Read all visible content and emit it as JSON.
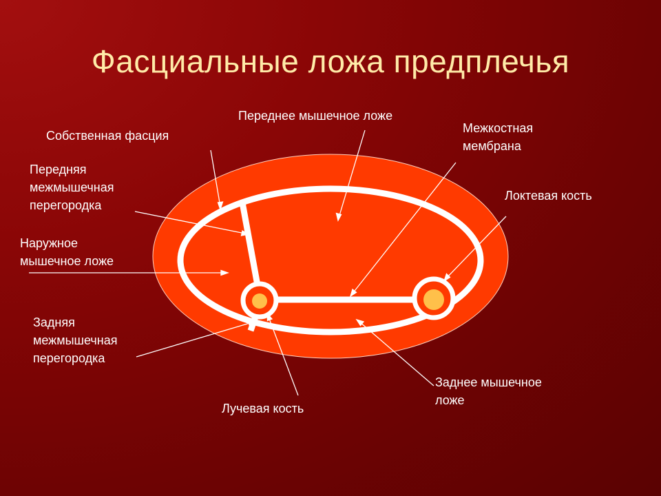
{
  "slide": {
    "title": "Фасциальные ложа предплечья"
  },
  "labels": {
    "own_fascia": [
      "Собственная фасция"
    ],
    "anterior_compartment": [
      "Переднее мышечное ложе"
    ],
    "interosseous_membrane": [
      "Межкостная",
      "мембрана"
    ],
    "anterior_septum": [
      "Передняя",
      "межмышечная",
      "перегородка"
    ],
    "ulna": [
      "Локтевая кость"
    ],
    "lateral_compartment": [
      "Наружное",
      "мышечное ложе"
    ],
    "posterior_septum": [
      "Задняя",
      "межмышечная",
      "перегородка"
    ],
    "posterior_compartment": [
      "Заднее мышечное",
      "ложе"
    ],
    "radius": [
      "Лучевая кость"
    ]
  },
  "colors": {
    "forearm_fill": "#ff3a00",
    "outline": "#ffffff",
    "bone": "#ffc04a",
    "title": "#ffeba8"
  }
}
